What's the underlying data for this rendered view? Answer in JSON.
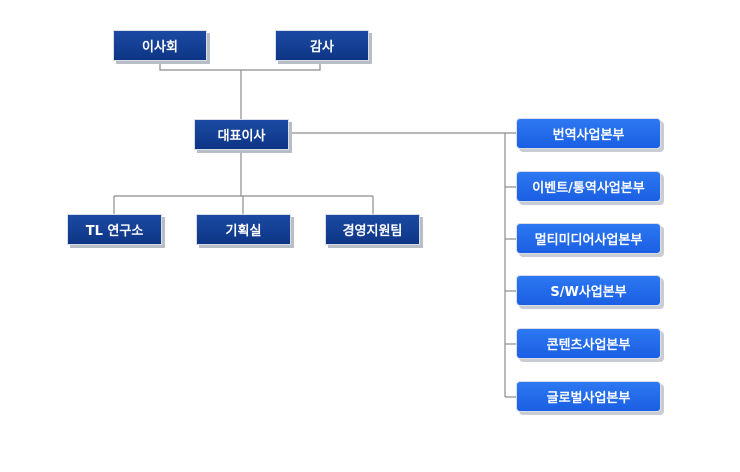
{
  "top": {
    "board": "이사회",
    "audit": "감사"
  },
  "ceo": "대표이사",
  "staff": {
    "lab": "TL  연구소",
    "planning": "기획실",
    "management": "경영지원팀"
  },
  "divisions": [
    "번역사업본부",
    "이벤트/통역사업본부",
    "멀티미디어사업본부",
    "S/W사업본부",
    "콘텐츠사업본부",
    "글로벌사업본부"
  ],
  "colors": {
    "box_dark": "#0d3585",
    "box_bright": "#1a5fe3",
    "line": "#8c8c8c"
  }
}
